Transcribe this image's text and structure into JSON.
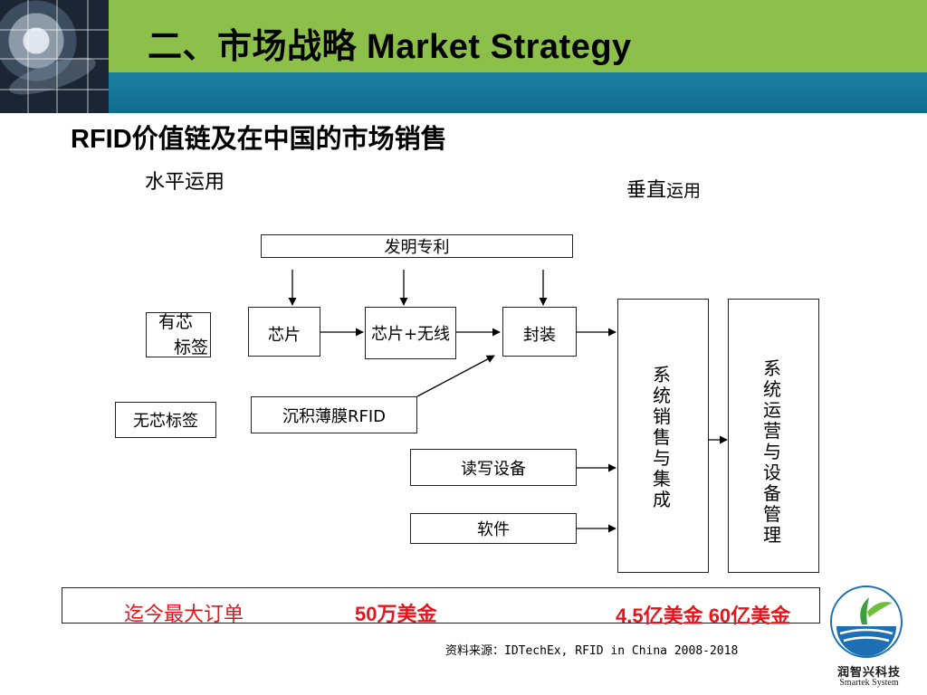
{
  "header": {
    "title": "二、市场战略 Market Strategy"
  },
  "subtitle": "RFID价值链及在中国的市场销售",
  "labels": {
    "horizontal": "水平运用",
    "vertical_prefix": "垂直",
    "vertical_suffix": "运用"
  },
  "diagram": {
    "patent": "发明专利",
    "chip_tag": "有芯标签",
    "chip_tag_line1": "有芯",
    "chip_tag_line2": "标签",
    "chipless_tag": "无芯标签",
    "chip": "芯片",
    "chip_wireless": "芯片+无线",
    "packaging": "封装",
    "thin_film": "沉积薄膜RFID",
    "reader": "读写设备",
    "software": "软件",
    "system_sales": "系统销售与集成",
    "system_ops": "系统运营与设备管理"
  },
  "bottom": {
    "largest_order": "迄今最大订单",
    "amount_1": "50万美金",
    "amount_2": "4.5亿美金 60亿美金"
  },
  "source": "资料来源：IDTechEx, RFID in China 2008-2018",
  "logo": {
    "name": "润智兴科技",
    "english": "Smartek System"
  }
}
